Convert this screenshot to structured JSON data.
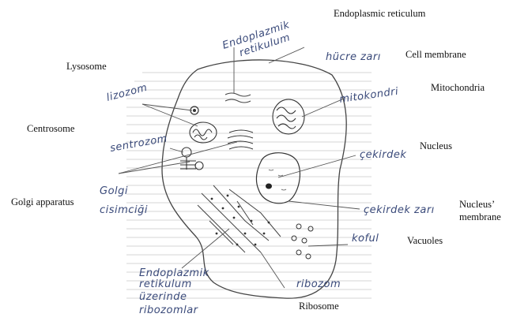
{
  "labels": {
    "endoplasmic_reticulum": "Endoplasmic reticulum",
    "cell_membrane": "Cell membrane",
    "lysosome": "Lysosome",
    "mitochondria": "Mitochondria",
    "centrosome": "Centrosome",
    "nucleus": "Nucleus",
    "golgi_apparatus": "Golgi apparatus",
    "nucleus_membrane_line1": "Nucleus’",
    "nucleus_membrane_line2": "membrane",
    "vacuoles": "Vacuoles",
    "ribosome": "Ribosome"
  },
  "handwritten": {
    "endoplasmik_top_1": "Endoplazmik",
    "endoplasmik_top_2": "retikulum",
    "hucre_zari": "hücre zarı",
    "lizozom": "lizozom",
    "mitokondri": "mitokondri",
    "sentrozom": "sentrozom",
    "cekirdek": "çekirdek",
    "golgi_1": "Golgi",
    "golgi_2": "cisimciği",
    "cekirdek_zari": "çekirdek zarı",
    "koful": "koful",
    "endoplasmik_bottom_1": "Endoplazmik",
    "endoplasmik_bottom_2": "retikulum",
    "endoplasmik_bottom_3": "üzerinde",
    "endoplasmik_bottom_4": "ribozomlar",
    "ribozom": "ribozom"
  },
  "colors": {
    "ink": "#3a4a7a",
    "pencil": "#555555",
    "ruled_lines": "#c8c8c8"
  }
}
